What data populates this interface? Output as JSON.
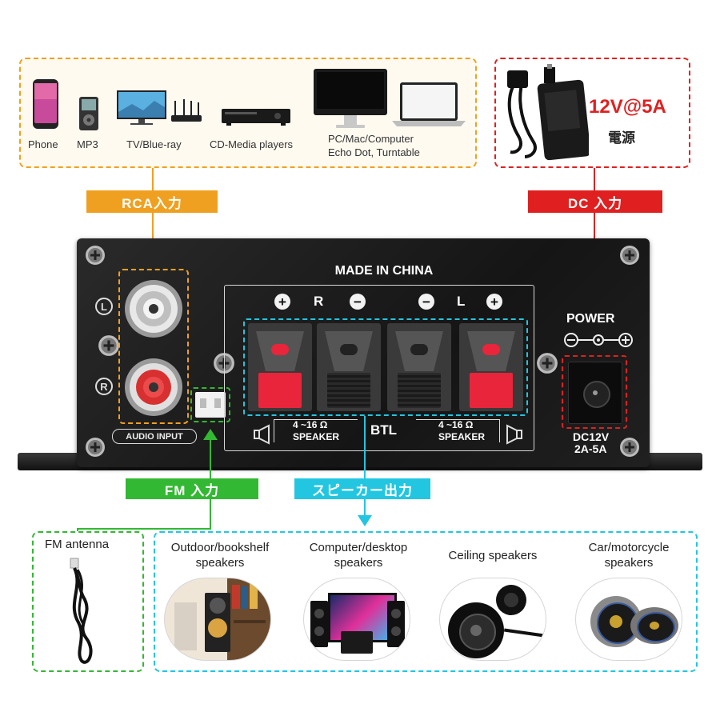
{
  "sources": {
    "items": [
      {
        "label": "Phone"
      },
      {
        "label": "MP3"
      },
      {
        "label": "TV/Blue-ray"
      },
      {
        "label": "CD-Media players"
      },
      {
        "label": "PC/Mac/Computer"
      },
      {
        "label": "Echo Dot, Turntable"
      }
    ]
  },
  "power_supply": {
    "rating": "12V@5A",
    "label": "電源"
  },
  "tags": {
    "rca": "RCA入力",
    "dc": "DC 入力",
    "fm": "FM 入力",
    "speaker_out": "スピーカー出力"
  },
  "panel": {
    "made_in": "MADE IN CHINA",
    "polarity": [
      "+",
      "R",
      "−",
      "−",
      "L",
      "+"
    ],
    "channel_l": "L",
    "channel_r": "R",
    "audio_input": "AUDIO INPUT",
    "impedance_left": "4 ~16 Ω",
    "impedance_right": "4 ~16 Ω",
    "speaker_left": "SPEAKER",
    "speaker_right": "SPEAKER",
    "btl": "BTL",
    "power": "POWER",
    "dc_rating_1": "DC12V",
    "dc_rating_2": "2A-5A"
  },
  "antenna": {
    "label": "FM antenna"
  },
  "speakers": [
    {
      "line1": "Outdoor/bookshelf",
      "line2": "speakers"
    },
    {
      "line1": "Computer/desktop",
      "line2": "speakers"
    },
    {
      "line1": "Ceiling speakers",
      "line2": ""
    },
    {
      "line1": "Car/motorcycle",
      "line2": "speakers"
    }
  ],
  "colors": {
    "orange": "#f0a020",
    "red": "#e02020",
    "green": "#33b833",
    "cyan": "#22c6e0",
    "panel": "#1c1c1c",
    "terminal_red": "#e8253a"
  }
}
